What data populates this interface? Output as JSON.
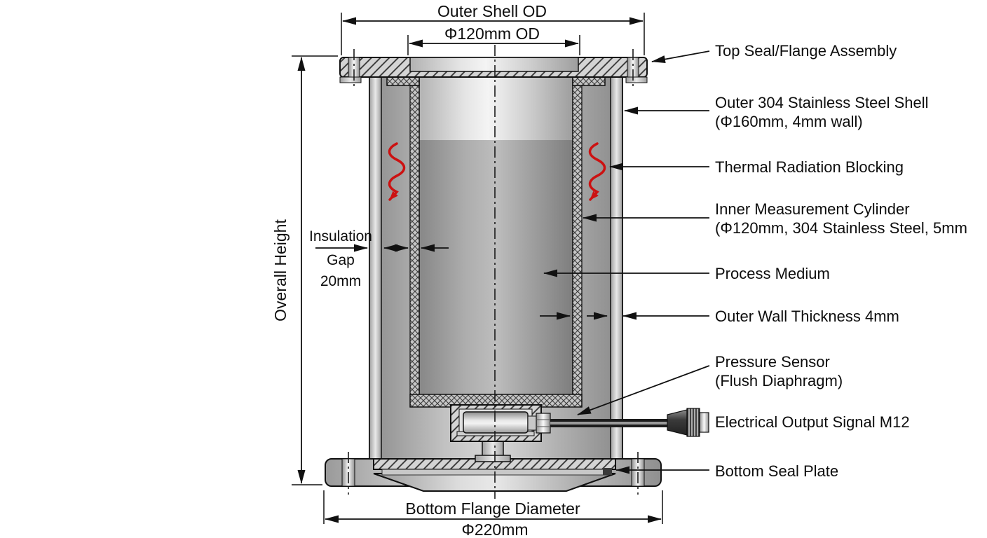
{
  "diagram": {
    "background": "#ffffff",
    "line_color": "#111111",
    "accent_red": "#cc1111",
    "metal_light": "#e8e8e8",
    "metal_mid": "#b5b5b5",
    "metal_dark": "#8a8a8a"
  },
  "dimensions_top": {
    "outer_shell_od": "Outer Shell OD",
    "inner_od": "Φ120mm OD"
  },
  "dimensions_left": {
    "overall_height": "Overall Height",
    "insulation_line1": "Insulation",
    "insulation_line2": "Gap",
    "insulation_line3": "20mm"
  },
  "dimensions_bottom": {
    "label": "Bottom Flange Diameter",
    "value": "Φ220mm"
  },
  "callouts": {
    "top_seal": "Top Seal/Flange Assembly",
    "outer_shell_line1": "Outer 304 Stainless Steel Shell",
    "outer_shell_line2": "(Φ160mm, 4mm wall)",
    "thermal": "Thermal Radiation Blocking",
    "inner_cyl_line1": "Inner Measurement Cylinder",
    "inner_cyl_line2": "(Φ120mm, 304 Stainless Steel, 5mm",
    "process_medium": "Process Medium",
    "outer_wall": "Outer Wall Thickness 4mm",
    "sensor_line1": "Pressure Sensor",
    "sensor_line2": "(Flush Diaphragm)",
    "m12": "Electrical Output Signal M12",
    "bottom_seal": "Bottom Seal Plate"
  }
}
